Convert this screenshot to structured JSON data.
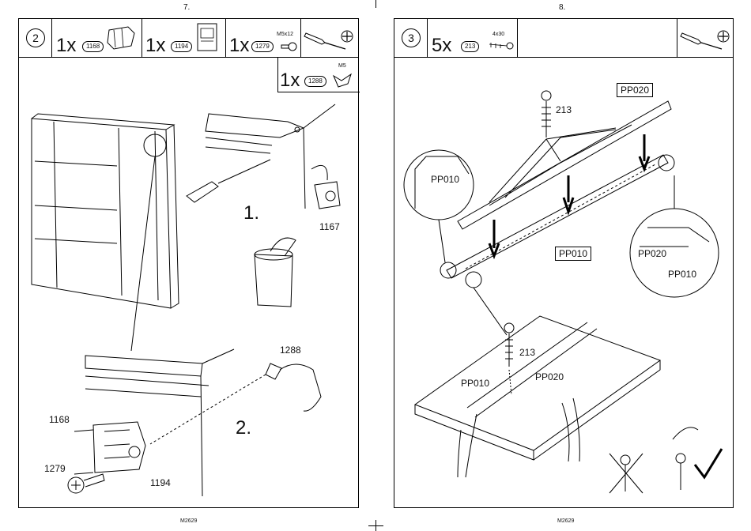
{
  "pages": [
    {
      "number": "7.",
      "footer": "M2629",
      "step": "2",
      "parts": [
        {
          "qty": "1x",
          "code": "1168"
        },
        {
          "qty": "1x",
          "code": "1194"
        },
        {
          "qty": "1x",
          "code": "1279",
          "size": "M5x12"
        }
      ],
      "extra_part": {
        "qty": "1x",
        "code": "1288",
        "size": "M5"
      },
      "tools": [
        "screwdriver-icon",
        "phillips-head-icon"
      ],
      "labels": {
        "sub_step_1": "1.",
        "sub_step_2": "2.",
        "part_1167": "1167",
        "part_1288": "1288",
        "part_1168": "1168",
        "part_1279": "1279",
        "part_1194": "1194"
      }
    },
    {
      "number": "8.",
      "footer": "M2629",
      "step": "3",
      "parts": [
        {
          "qty": "5x",
          "code": "213",
          "size": "4x30"
        }
      ],
      "tools": [
        "screwdriver-icon",
        "phillips-head-icon"
      ],
      "labels": {
        "pp020_top": "PP020",
        "screw_213_top": "213",
        "pp010_left": "PP010",
        "pp010_mid": "PP010",
        "pp020_right": "PP020",
        "pp010_right": "PP010",
        "screw_213_bottom": "213",
        "pp010_bottom": "PP010",
        "pp020_bottom": "PP020"
      }
    }
  ]
}
